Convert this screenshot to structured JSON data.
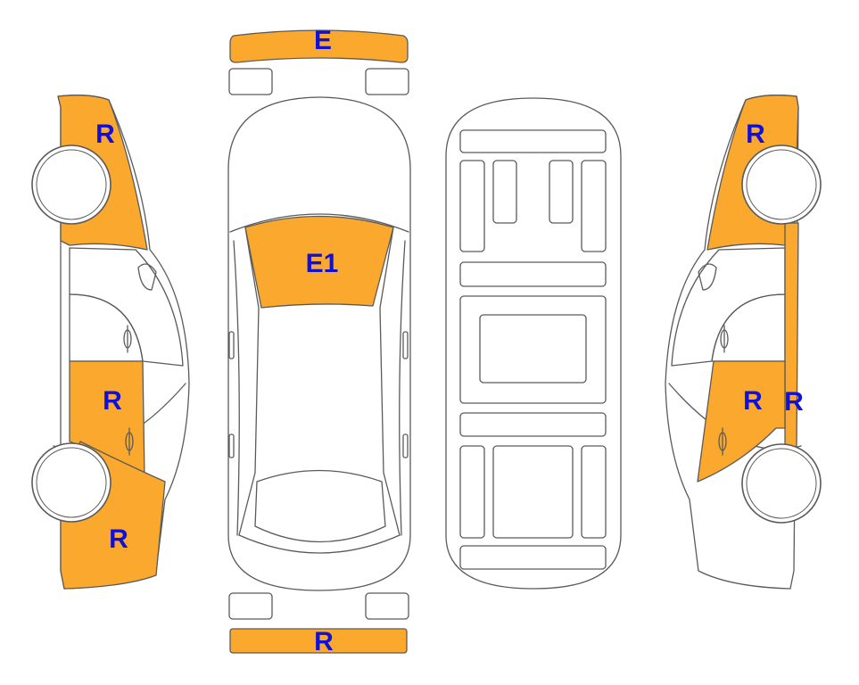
{
  "colors": {
    "damage": "#FBA82E",
    "label": "#1010D8",
    "outline": "#5a5a5a",
    "background": "#ffffff"
  },
  "labels": {
    "front_bumper": "E",
    "windshield": "E1",
    "rear_bumper": "R",
    "left_front_fender": "R",
    "left_rear_door": "R",
    "left_rear_quarter": "R",
    "right_front_fender": "R",
    "right_rear_door": "R",
    "right_rocker": "R"
  }
}
